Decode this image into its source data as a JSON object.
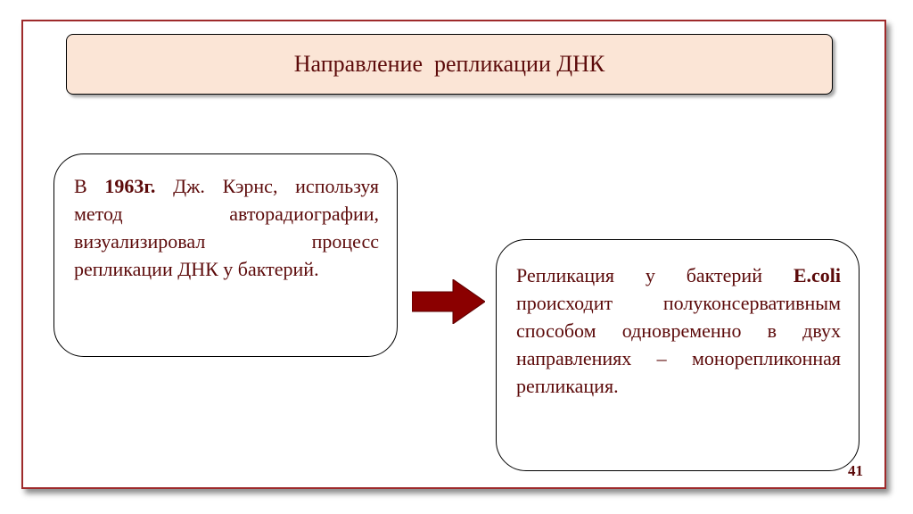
{
  "slide": {
    "title": "Направление  репликации ДНК",
    "left_box": {
      "part1": "В ",
      "year": "1963г.",
      "part2": " Дж. Кэрнс, используя метод авторадиографии, визуализировал процесс репликации ДНК у бактерий."
    },
    "right_box": {
      "part1": "Репликация у бактерий ",
      "organism": "E.coli",
      "part2": " происходит полуконсервативным способом одновременно в двух направлениях – монорепликонная репликация."
    },
    "page_number": "41",
    "arrow_icon": "arrow-right-icon"
  },
  "colors": {
    "frame_border": "#9e2a2b",
    "title_fill": "#fbe5d6",
    "text": "#5c0a0a",
    "arrow": "#8b0000"
  }
}
